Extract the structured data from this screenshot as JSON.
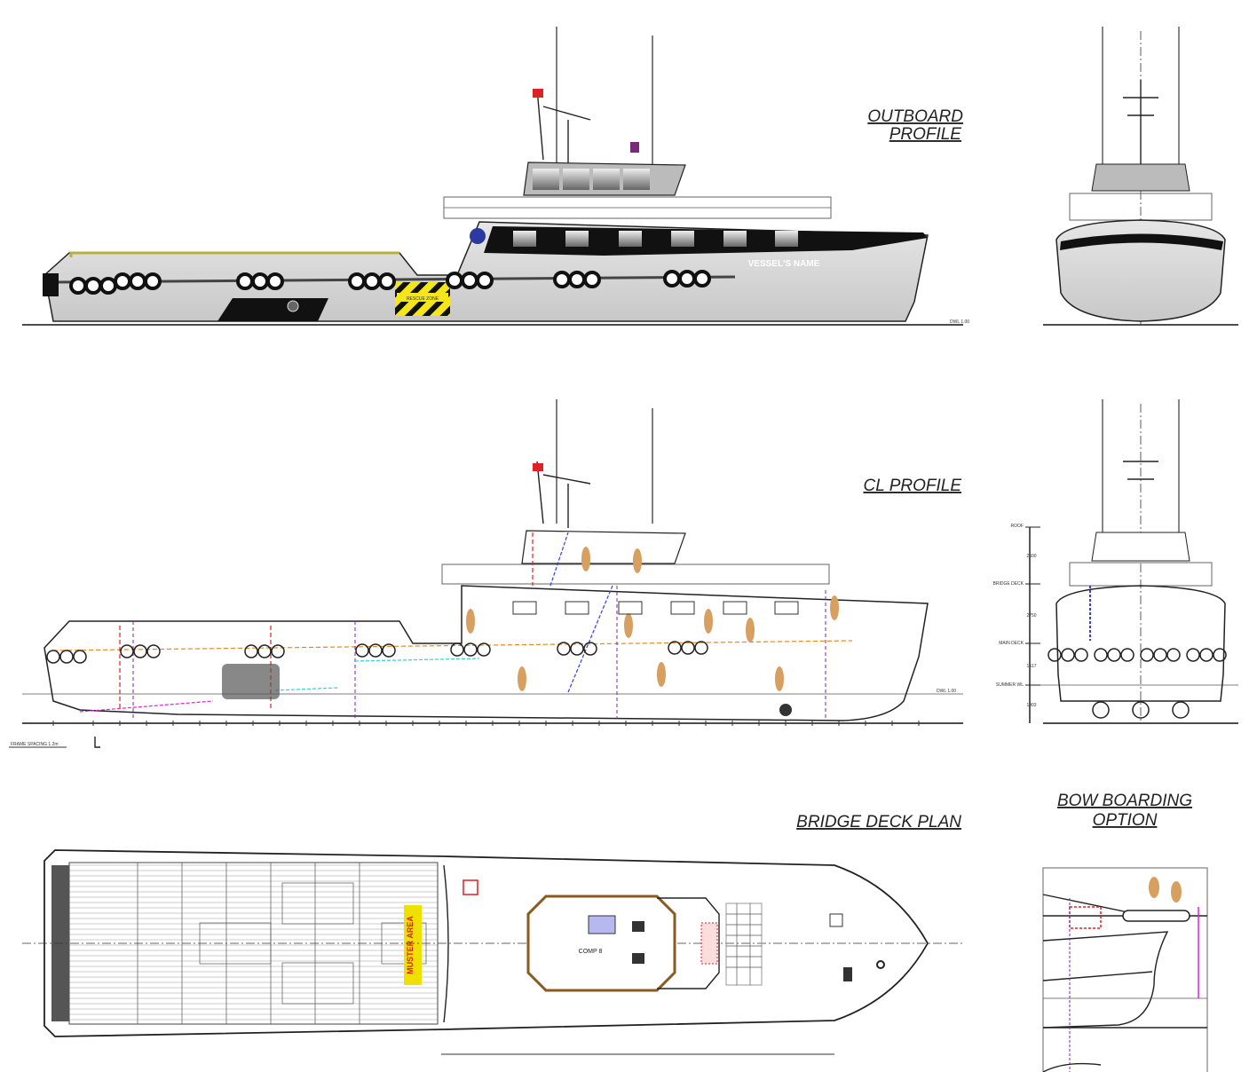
{
  "titles": {
    "outboard": [
      "OUTBOARD",
      "PROFILE"
    ],
    "cl_profile": "CL PROFILE",
    "bridge_deck": "BRIDGE DECK PLAN",
    "bow_boarding": [
      "BOW BOARDING",
      "OPTION"
    ]
  },
  "labels": {
    "vessel_name": "VESSEL'S NAME",
    "rescue_zone": "RESCUE ZONE",
    "muster_area": "MUSTER AREA",
    "comp": "COMP 8",
    "dwl": "DWL 1.00",
    "frame_spacing": "FRAME SPACING 1.2m"
  },
  "levels": [
    {
      "name": "ROOF",
      "dim": "2600"
    },
    {
      "name": "BRIDGE DECK",
      "dim": "2750"
    },
    {
      "name": "MAIN DECK",
      "dim": "1517"
    },
    {
      "name": "SUMMER WL",
      "dim": "1903"
    }
  ],
  "colors": {
    "hull": "#d9d9d9",
    "band": "#111111",
    "rescue": "#f5e61a",
    "muster": "#f0e000",
    "red": "#e02020",
    "orange": "#e08a2a",
    "blue": "#3040e0",
    "magenta": "#e020e0",
    "purple": "#8020c0"
  }
}
